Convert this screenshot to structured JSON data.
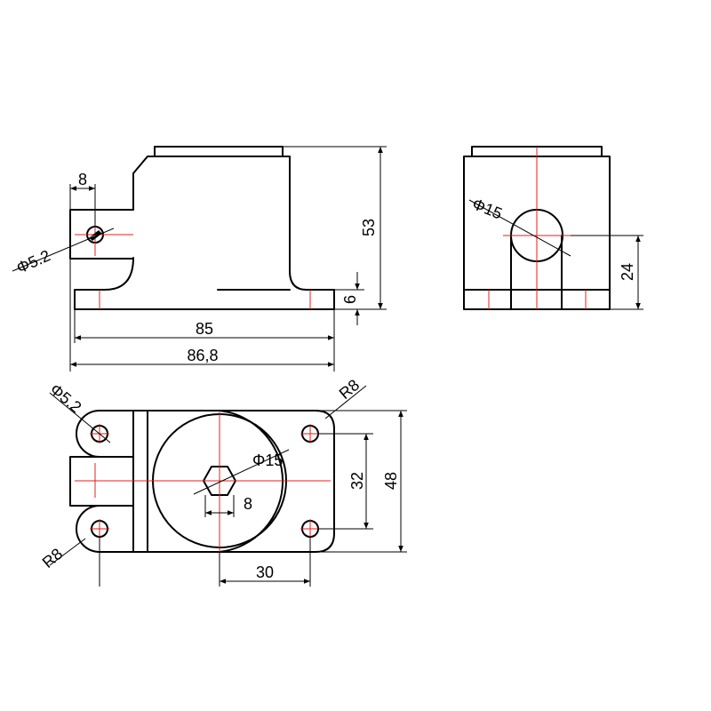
{
  "drawing": {
    "colors": {
      "outline": "#000000",
      "centerline": "#e0201c",
      "background": "#ffffff"
    },
    "front_view": {
      "dim_tab_width": "8",
      "dim_hole": "Φ5.2",
      "dim_height": "53",
      "dim_base_thickness": "6",
      "dim_base_length": "85",
      "dim_overall_length": "86,8"
    },
    "side_view": {
      "dim_bore": "Φ15",
      "dim_bore_height": "24"
    },
    "top_view": {
      "dim_hole": "Φ5.2",
      "dim_radius_top": "R8",
      "dim_radius_bottom": "R8",
      "dim_boss": "Φ15",
      "dim_hex": "8",
      "dim_hole_spacing_x": "30",
      "dim_hole_spacing_y": "32",
      "dim_width": "48"
    }
  }
}
